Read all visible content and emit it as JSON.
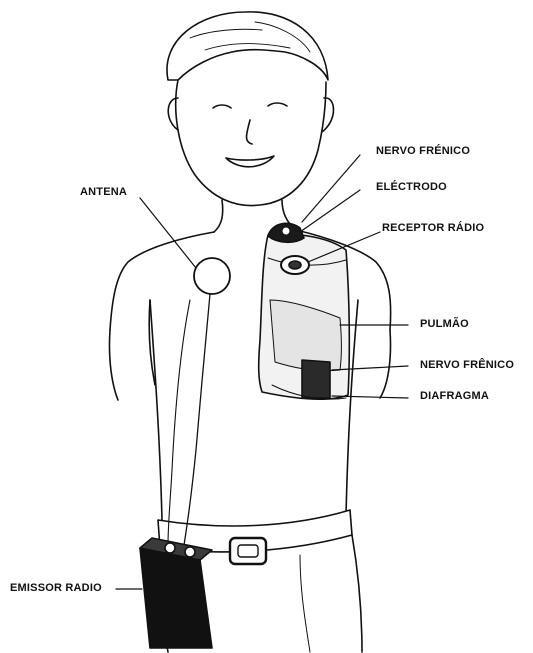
{
  "labels": {
    "nervo_frenico_top": "NERVO FRÉNICO",
    "electrodo": "ELÉCTRODO",
    "receptor_radio": "RECEPTOR RÁDIO",
    "antena": "ANTENA",
    "pulmao": "PULMÃO",
    "nervo_frenico_bottom": "NERVO FRÊNICO",
    "diafragma": "DIAFRAGMA",
    "emissor_radio": "EMISSOR RADIO"
  },
  "colors": {
    "ink": "#111111",
    "paper": "#ffffff",
    "shade": "#d9d9d9",
    "dark_organ": "#2a2a2a"
  }
}
